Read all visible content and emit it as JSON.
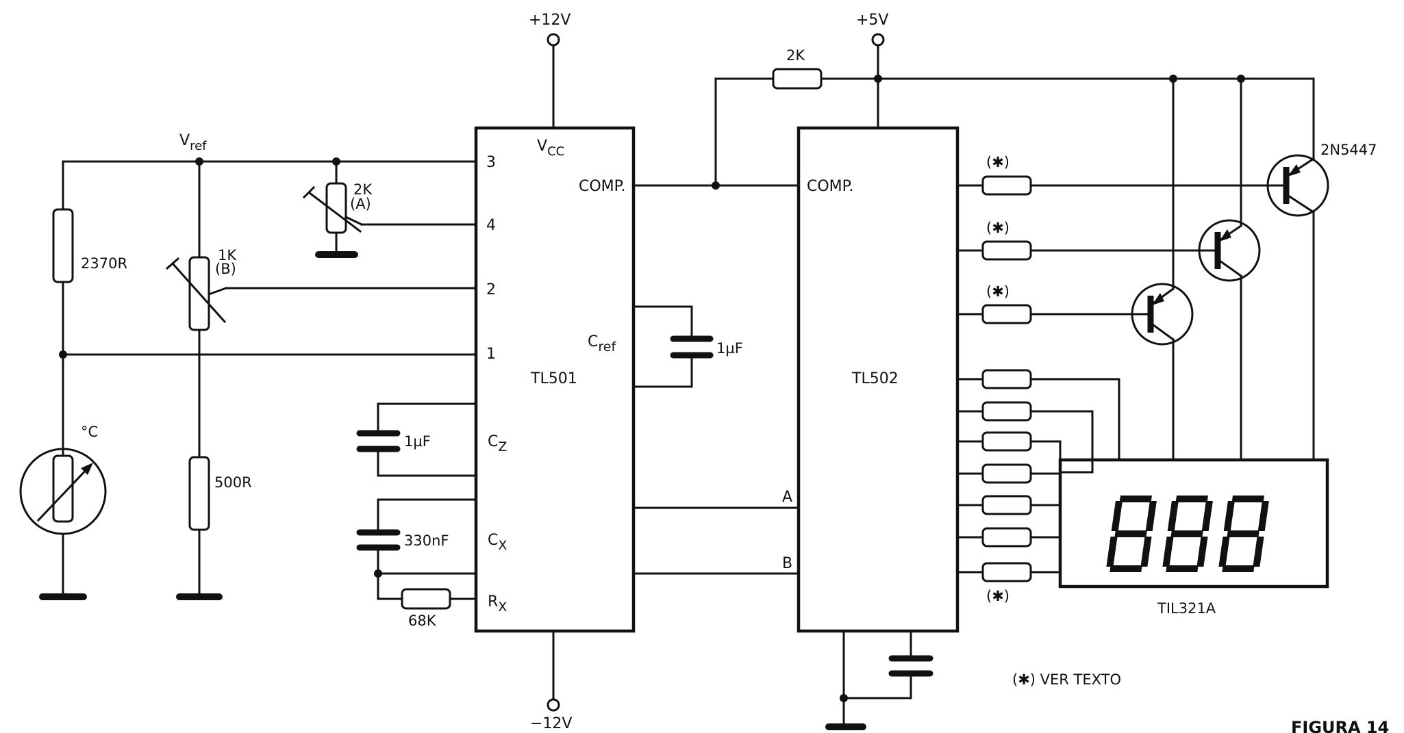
{
  "figure_label": "FIGURA 14",
  "note": "(✱) VER  TEXTO",
  "supplies": {
    "v12": "+12V",
    "vneg12": "−12V",
    "v5": "+5V"
  },
  "vref": {
    "main": "V",
    "sub": "ref"
  },
  "components": {
    "r_2370": "2370R",
    "pot_1k_value": "1K",
    "pot_1k_tag": "(B)",
    "pot_2k_value": "2K",
    "pot_2k_tag": "(A)",
    "r_500": "500R",
    "thermistor": "°C",
    "cap_cz": "1µF",
    "cap_cx": "330nF",
    "r_68k": "68K",
    "cap_cref": "1µF",
    "r_2k_top": "2K",
    "transistor": "2N5447",
    "display": "TIL321A",
    "star1": "(✱)",
    "star2": "(✱)",
    "star3": "(✱)",
    "star4": "(✱)"
  },
  "tl501": {
    "name": "TL501",
    "vcc_main": "V",
    "vcc_sub": "CC",
    "comp": "COMP.",
    "cref_main": "C",
    "cref_sub": "ref",
    "pin3": "3",
    "pin4": "4",
    "pin2": "2",
    "pin1": "1",
    "cz_main": "C",
    "cz_sub": "Z",
    "cx_main": "C",
    "cx_sub": "X",
    "rx_main": "R",
    "rx_sub": "X"
  },
  "tl502": {
    "name": "TL502",
    "comp": "COMP.",
    "pin_a": "A",
    "pin_b": "B"
  },
  "display_digits": "888"
}
